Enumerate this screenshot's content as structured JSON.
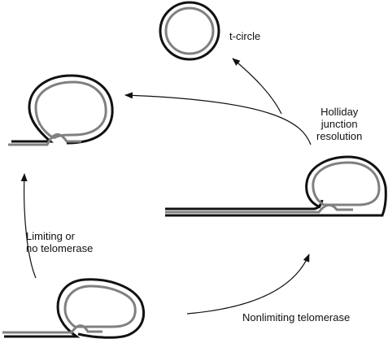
{
  "labels": {
    "t_circle": "t-circle",
    "holliday_line1": "Holliday",
    "holliday_line2": "junction",
    "holliday_line3": "resolution",
    "limiting_line1": "Limiting or",
    "limiting_line2": "no telomerase",
    "nonlimiting": "Nonlimiting telomerase"
  },
  "colors": {
    "outer_strand": "#111111",
    "inner_strand": "#808080",
    "arrow": "#111111",
    "background": "#ffffff"
  }
}
